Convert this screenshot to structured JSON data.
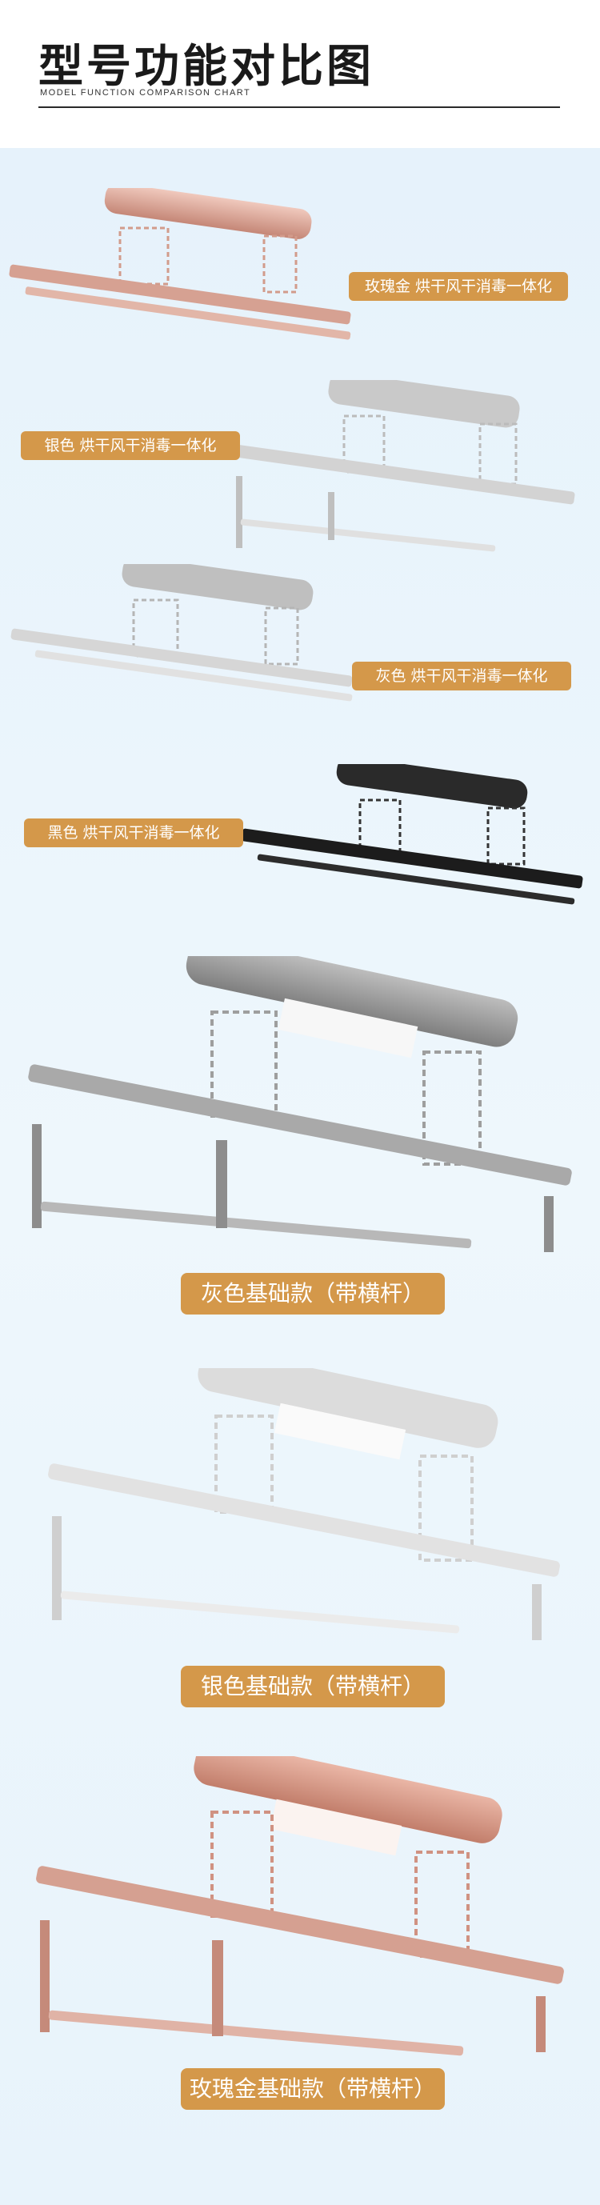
{
  "header": {
    "title": "型号功能对比图",
    "subtitle": "MODEL FUNCTION COMPARISON CHART"
  },
  "products": [
    {
      "label": "玫瑰金 烘干风干消毒一体化",
      "color": "#d9a596"
    },
    {
      "label": "银色 烘干风干消毒一体化",
      "color": "#c8c8c8"
    },
    {
      "label": "灰色 烘干风干消毒一体化",
      "color": "#b9b9b9"
    },
    {
      "label": "黑色 烘干风干消毒一体化",
      "color": "#1f1f1f"
    },
    {
      "label": "灰色基础款（带横杆）",
      "color": "#9a9a9a"
    },
    {
      "label": "银色基础款（带横杆）",
      "color": "#dddddd"
    },
    {
      "label": "玫瑰金基础款（带横杆）",
      "color": "#d7a192"
    }
  ],
  "colors": {
    "accent": "#d4984a",
    "background": "#eaf4fb"
  }
}
